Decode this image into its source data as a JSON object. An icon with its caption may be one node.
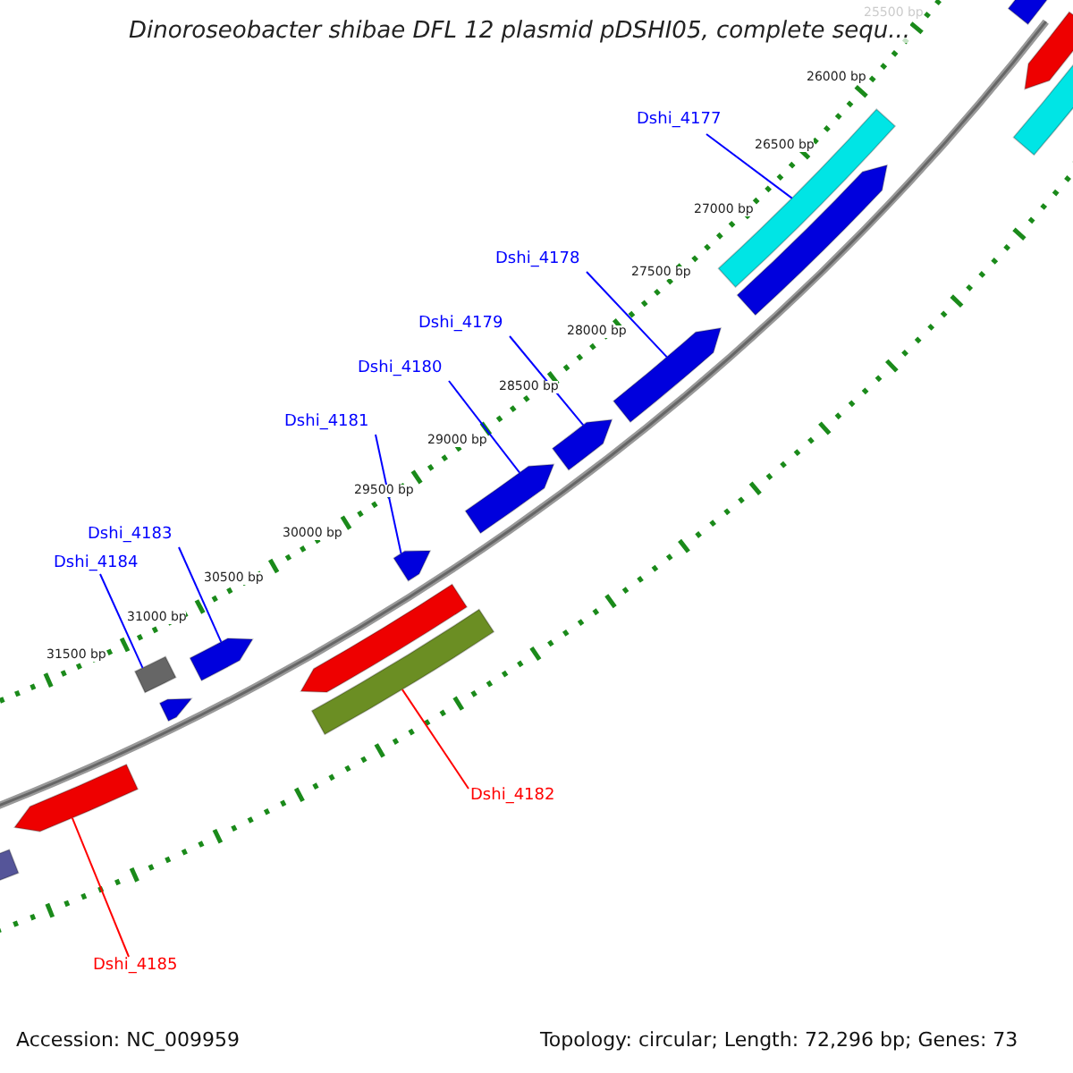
{
  "diagram": {
    "title": "Dinoroseobacter shibae DFL 12 plasmid pDSHI05, complete sequ...",
    "nodes": [
      {
        "text": [
          "Dshi_4177"
        ]
      },
      {
        "text": [
          "Dshi_4178"
        ]
      },
      {
        "text": [
          "Dshi_4179"
        ]
      },
      {
        "text": [
          "Dshi_4180"
        ]
      },
      {
        "text": [
          "Dshi_4181"
        ]
      },
      {
        "text": [
          "Dshi_4183"
        ]
      },
      {
        "text": [
          "Dshi_4184"
        ]
      },
      {
        "text": [
          "Dshi_4182"
        ]
      },
      {
        "text": [
          "Dshi_4185"
        ]
      },
      {
        "text": [],
        "shape": "bar"
      },
      {
        "text": [],
        "shape": "bar"
      },
      {
        "text": [],
        "shape": "bar"
      },
      {
        "text": [],
        "shape": "bar"
      },
      {
        "text": [],
        "shape": "bar"
      },
      {
        "text": [],
        "shape": "bar"
      },
      {
        "text": [],
        "shape": "bar"
      },
      {
        "text": [],
        "shape": "bar"
      },
      {
        "text": [],
        "shape": "bar"
      },
      {
        "text": [],
        "shape": "bar"
      },
      {
        "text": [],
        "shape": "bar"
      },
      {
        "text": [],
        "shape": "bar"
      },
      {
        "text": [],
        "shape": "bar"
      },
      {
        "text": [],
        "shape": "bar"
      },
      {
        "text": [],
        "shape": "bar"
      },
      {
        "text": [],
        "shape": "bar"
      }
    ],
    "edges": [
      {
        "from": 0,
        "to": 9,
        "arrow": "none"
      },
      {
        "from": 1,
        "to": 10,
        "arrow": "none"
      },
      {
        "from": 2,
        "to": 11,
        "arrow": "none"
      },
      {
        "from": 3,
        "to": 12,
        "arrow": "none"
      },
      {
        "from": 4,
        "to": 13,
        "arrow": "none"
      },
      {
        "from": 5,
        "to": 14,
        "arrow": "none"
      },
      {
        "from": 6,
        "to": 15,
        "arrow": "none"
      },
      {
        "from": 7,
        "to": 16,
        "arrow": "none",
        "color": "#ff0000"
      },
      {
        "from": 8,
        "to": 17,
        "arrow": "none",
        "color": "#ff0000"
      }
    ],
    "labels": [
      "25500 bp",
      "26000 bp",
      "26500 bp",
      "27000 bp",
      "27500 bp",
      "28000 bp",
      "28500 bp",
      "29000 bp",
      "29500 bp",
      "30000 bp",
      "30500 bp",
      "31000 bp",
      "31500 bp",
      "Accession: NC_009959",
      "Topology: circular; Length: 72,296 bp; Genes: 73"
    ]
  }
}
